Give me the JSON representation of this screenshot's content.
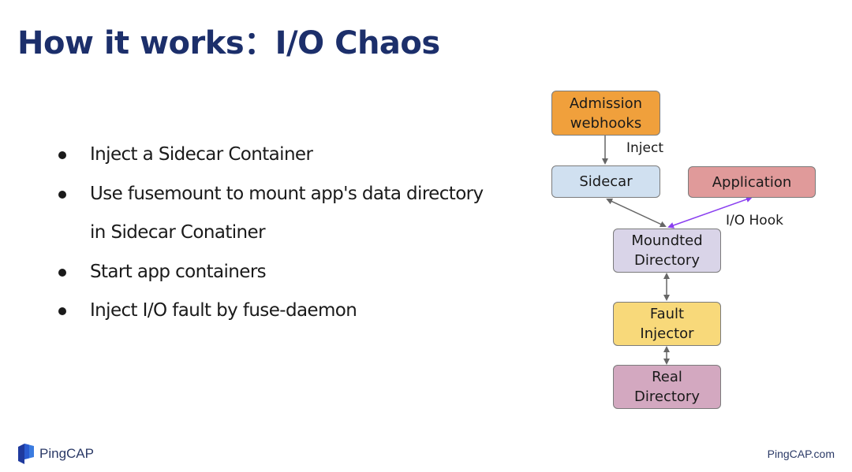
{
  "slide": {
    "title": "How it works：I/O Chaos",
    "bullets": [
      {
        "text": "Inject a Sidecar Container"
      },
      {
        "text": "Use fusemount to mount  app's data directory",
        "continuation": "in Sidecar Conatiner"
      },
      {
        "text": "Start app containers"
      },
      {
        "text": "Inject I/O fault by fuse-daemon"
      }
    ]
  },
  "diagram": {
    "nodes": {
      "admission": {
        "line1": "Admission",
        "line2": "webhooks",
        "color": "#f0a03c"
      },
      "sidecar": {
        "label": "Sidecar",
        "color": "#d0e0f0"
      },
      "application": {
        "label": "Application",
        "color": "#e09a9a"
      },
      "mounted": {
        "line1": "Moundted",
        "line2": "Directory",
        "color": "#d9d4e8"
      },
      "fault": {
        "line1": "Fault",
        "line2": "Injector",
        "color": "#f8d97a"
      },
      "real": {
        "line1": "Real",
        "line2": "Directory",
        "color": "#d3a8c0"
      }
    },
    "edge_labels": {
      "inject": "Inject",
      "io_hook": "I/O Hook"
    },
    "edge_colors": {
      "default": "#666666",
      "io_hook": "#8a3ff0"
    }
  },
  "footer": {
    "brand": "PingCAP",
    "url": "PingCAP.com"
  }
}
